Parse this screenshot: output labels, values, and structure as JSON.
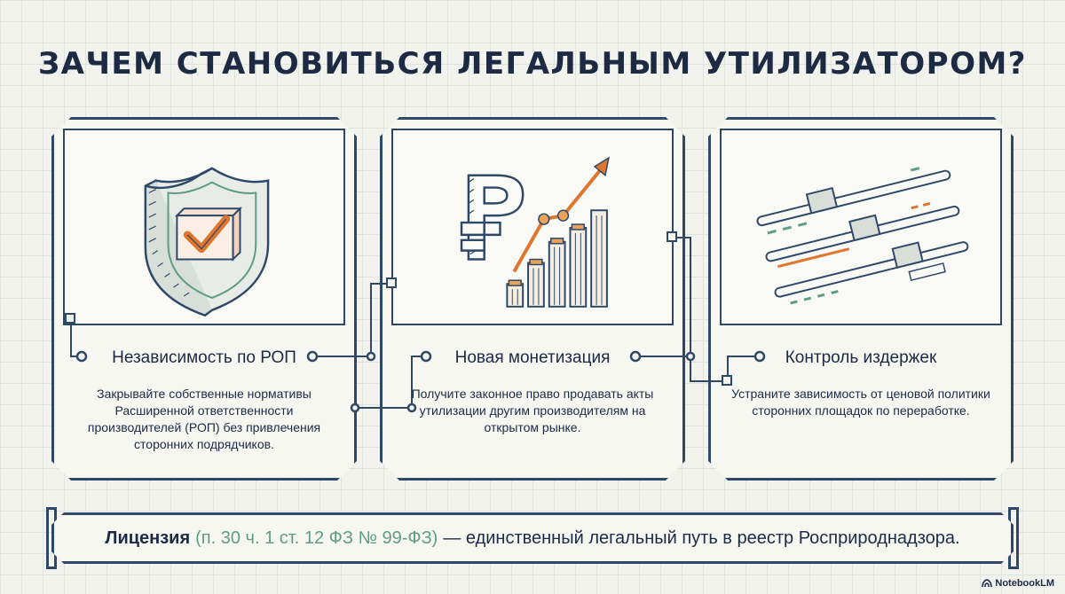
{
  "title": "ЗАЧЕМ СТАНОВИТЬСЯ ЛЕГАЛЬНЫМ УТИЛИЗАТОРОМ?",
  "cards": [
    {
      "heading": "Независимость по РОП",
      "description": "Закрывайте собственные нормативы Расширенной ответственности производителей (РОП) без привлечения сторонних подрядчиков.",
      "icon": "shield-check-icon"
    },
    {
      "heading": "Новая монетизация",
      "description": "Получите законное право продавать акты утилизации другим производителям на открытом рынке.",
      "icon": "ruble-growth-chart-icon"
    },
    {
      "heading": "Контроль издержек",
      "description": "Устраните зависимость от ценовой политики сторонних площадок по переработке.",
      "icon": "sliders-icon"
    }
  ],
  "footer": {
    "strong": "Лицензия",
    "reference": "(п. 30 ч. 1 ст. 12 ФЗ № 99-ФЗ)",
    "text": "— единственный легальный путь в реестр Росприроднадзора."
  },
  "brand": "NotebookLM",
  "colors": {
    "navy": "#1d2a44",
    "frame": "#2f4868",
    "accent_orange": "#e0752d",
    "accent_green": "#5f9c87",
    "background": "#f3f3ee"
  }
}
